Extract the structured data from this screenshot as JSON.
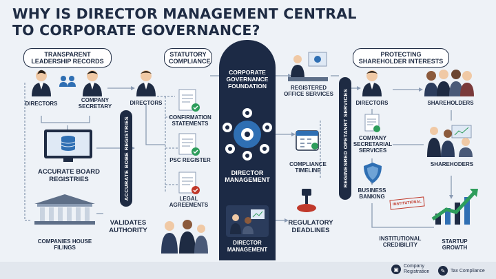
{
  "title": "WHY IS DIRECTOR MANAGEMENT CENTRAL TO CORPORATE GOVERNANCE?",
  "sections": {
    "transparent": "TRANSPARENT LEADERSHIP RECORDS",
    "statutory": "STATUTORY COMPLIANCE",
    "protecting": "PROTECTING SHAREHOLDER INTERESTS"
  },
  "left": {
    "directors": "DIRECTORS",
    "company_secretary": "COMPANY SECRETARY",
    "accurate_board": "ACCURATE BOARD REGISTRIES",
    "companies_house": "COMPANIES HOUSE FILINGS",
    "validates": "VALIDATES AUTHORITY",
    "vbar": "ACCURATE BOBE REGISTRIES"
  },
  "statutory_items": {
    "directors": "DIRECTORS",
    "confirmation": "CONFIRMATION STATEMENTS",
    "psc": "PSC REGISTER",
    "legal": "LEGAL AGREEMENTS"
  },
  "center": {
    "foundation": "CORPORATE GOVERNANCE FOUNDATION",
    "director_mgmt": "DIRECTOR MANAGEMENT",
    "director_mgmt_bottom": "DIRECTOR MANAGEMENT"
  },
  "middle_right": {
    "registered_office": "REGISTERED OFFICE SERVICES",
    "compliance_timeline": "COMPLIANCE TIMELINE",
    "regulatory": "REGULATORY DEADLINES",
    "vbar": "REGINESRED OPETANRT SERVICES"
  },
  "right": {
    "directors": "DIRECTORS",
    "shareholders_top": "SHAREHOLDERS",
    "company_secretarial": "COMPANY SECRETARIAL SERVICES",
    "shareholders_mid": "SHAREHODERS",
    "business_banking": "BUSINESS BANKING",
    "institutional": "INSTITUTIONAL CREDIBILITY",
    "startup": "STARTUP GROWTH",
    "stamp": "INSTITUTIONAL"
  },
  "footer": {
    "company_registration": "Company Registration",
    "tax_compliance": "Tax Compliance"
  },
  "colors": {
    "navy": "#1c2a45",
    "accent": "#2f6fb3",
    "green": "#2e9d5b",
    "red": "#c0392b"
  }
}
